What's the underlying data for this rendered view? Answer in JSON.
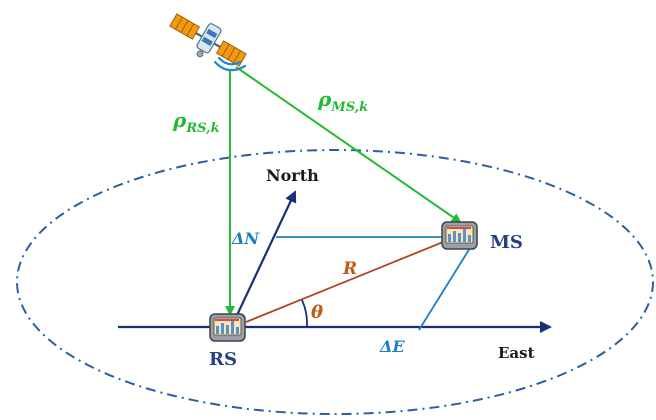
{
  "labels": {
    "north": "North",
    "east": "East",
    "rs": "RS",
    "ms": "MS",
    "rho_rs_main": "ρ",
    "rho_rs_sub": "RS,k",
    "rho_ms_main": "ρ",
    "rho_ms_sub": "MS,k",
    "delta_n": "ΔN",
    "delta_e": "ΔE",
    "r": "R",
    "theta": "θ"
  },
  "colors": {
    "green": "#22bb33",
    "navy": "#1a2f7a",
    "blue": "#1f7fc1",
    "red": "#b04428",
    "orange": "#c05a16",
    "ellipse": "#2b5f9e",
    "text_dark": "#1a1a1a",
    "text_navy": "#25407f"
  },
  "icons": {
    "satellite": "satellite-icon",
    "rs_device": "gps-device-icon",
    "ms_device": "gps-device-icon"
  }
}
